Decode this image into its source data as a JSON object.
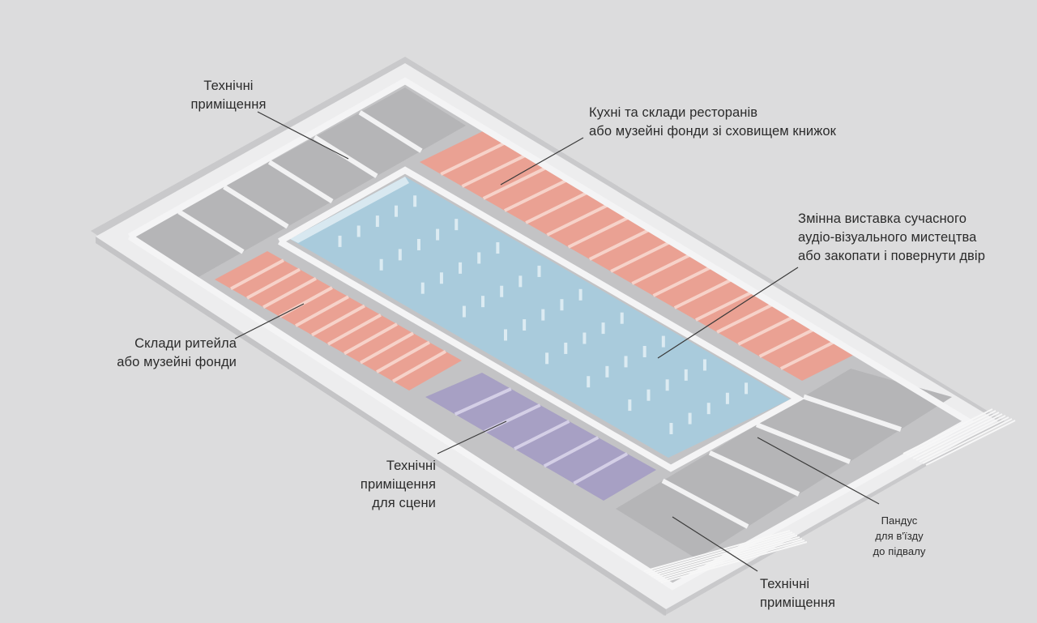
{
  "colors": {
    "background": "#dcdcdd",
    "building_wall": "#e9e9ea",
    "building_floor": "#b9b9bb",
    "kitchen_zone": "#eaa193",
    "exhibition_zone": "#a9cbdc",
    "retail_zone": "#eaa193",
    "stage_zone": "#a7a0c4",
    "leader_line": "#3a3a3a"
  },
  "labels": {
    "tech_top": "Технічні\nприміщення",
    "kitchens": "Кухні та склади ресторанів\nабо музейні фонди зі сховищем книжок",
    "exhibition": "Змінна виставка сучасного\nаудіо-візуального мистецтва\nабо закопати і повернути двір",
    "retail": "Склади ритейла\nабо музейні фонди",
    "stage_tech": "Технічні\nприміщення\nдля сцени",
    "ramp": "Пандус\nдля в'їзду\nдо підвалу",
    "tech_bottom": "Технічні\nприміщення"
  }
}
